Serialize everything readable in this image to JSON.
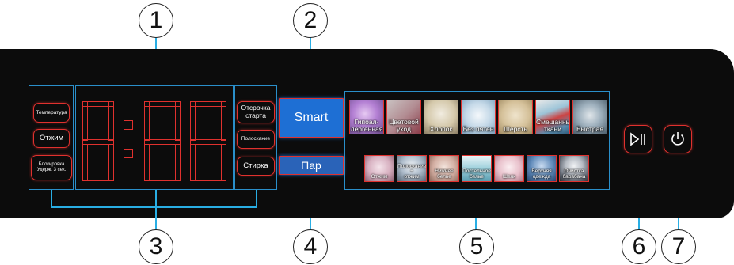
{
  "callouts": [
    "1",
    "2",
    "3",
    "4",
    "5",
    "6",
    "7"
  ],
  "left_buttons": {
    "temperature": "Температура",
    "spin": "Отжим",
    "lock_line1": "Блокировка",
    "lock_line2": "Удерж. 3 сек."
  },
  "right_buttons": {
    "delay_line1": "Отсрочка",
    "delay_line2": "старта",
    "rinse": "Полоскание",
    "wash": "Стирка"
  },
  "smart_label": "Smart",
  "steam_label": "Пар",
  "programs_row1": [
    {
      "l1": "Гипоал-",
      "l2": "лергенная",
      "color": "#c9a2e0"
    },
    {
      "l1": "Цветовой",
      "l2": "уход",
      "color": "#b87f87"
    },
    {
      "l1": "",
      "l2": "Хлопок",
      "color": "#d8cfba"
    },
    {
      "l1": "",
      "l2": "Без пятен",
      "color": "#b7cfe2"
    },
    {
      "l1": "",
      "l2": "Шерсть",
      "color": "#d9c8a6"
    },
    {
      "l1": "Смешанные",
      "l2": "ткани",
      "color": "#7ab0c9"
    },
    {
      "l1": "",
      "l2": "Быстрая",
      "color": "#8da3b3"
    }
  ],
  "programs_row2": [
    {
      "l1": "",
      "l2": "Отжим",
      "color": "#d7b9c4"
    },
    {
      "l1": "Полоскание +",
      "l2": "отжим",
      "color": "#aab8c4"
    },
    {
      "l1": "Нижнее",
      "l2": "белье",
      "color": "#d6b7ad"
    },
    {
      "l1": "Постельное",
      "l2": "белье",
      "color": "#a9cbd8"
    },
    {
      "l1": "",
      "l2": "Шелк",
      "color": "#e7c3cc"
    },
    {
      "l1": "Верхняя",
      "l2": "одежда",
      "color": "#5d88b8"
    },
    {
      "l1": "Очистка",
      "l2": "барабана",
      "color": "#c3c6cc"
    }
  ],
  "icons": {
    "start_pause": "play-pause-icon",
    "power": "power-icon"
  },
  "colors": {
    "panel": "#0c0c0c",
    "accent_red": "#e0312e",
    "accent_blue": "#29aee4",
    "smart_blue": "#1e6fd4"
  }
}
